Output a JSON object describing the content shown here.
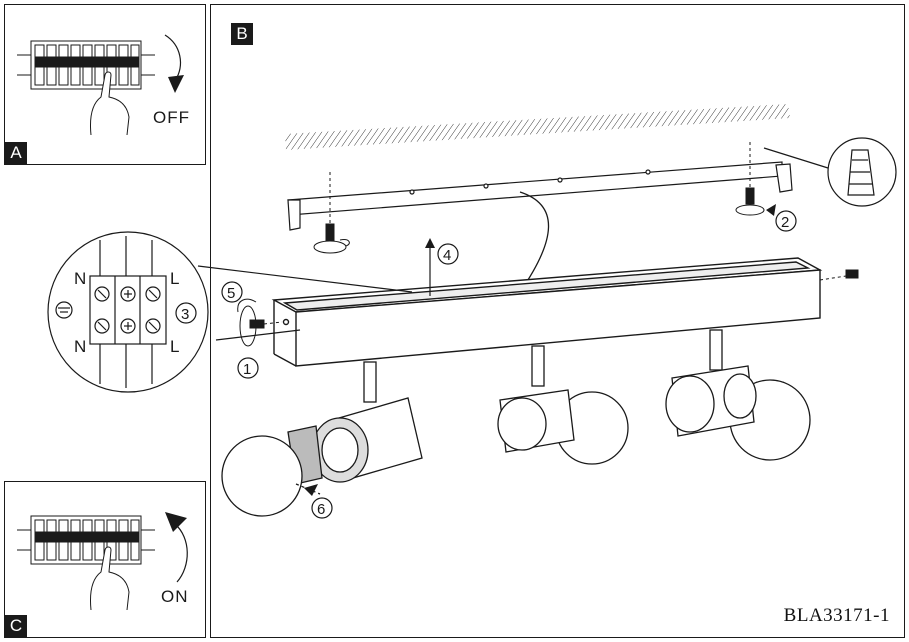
{
  "panel_a": {
    "tag": "A",
    "state": "OFF"
  },
  "panel_b": {
    "tag": "B",
    "code": "BLA33171-1"
  },
  "panel_c": {
    "tag": "C",
    "state": "ON"
  },
  "terminal": {
    "left_top": "N",
    "left_bottom": "N",
    "right_top": "L",
    "right_bottom": "L"
  },
  "steps": [
    "1",
    "2",
    "3",
    "4",
    "5",
    "6"
  ]
}
